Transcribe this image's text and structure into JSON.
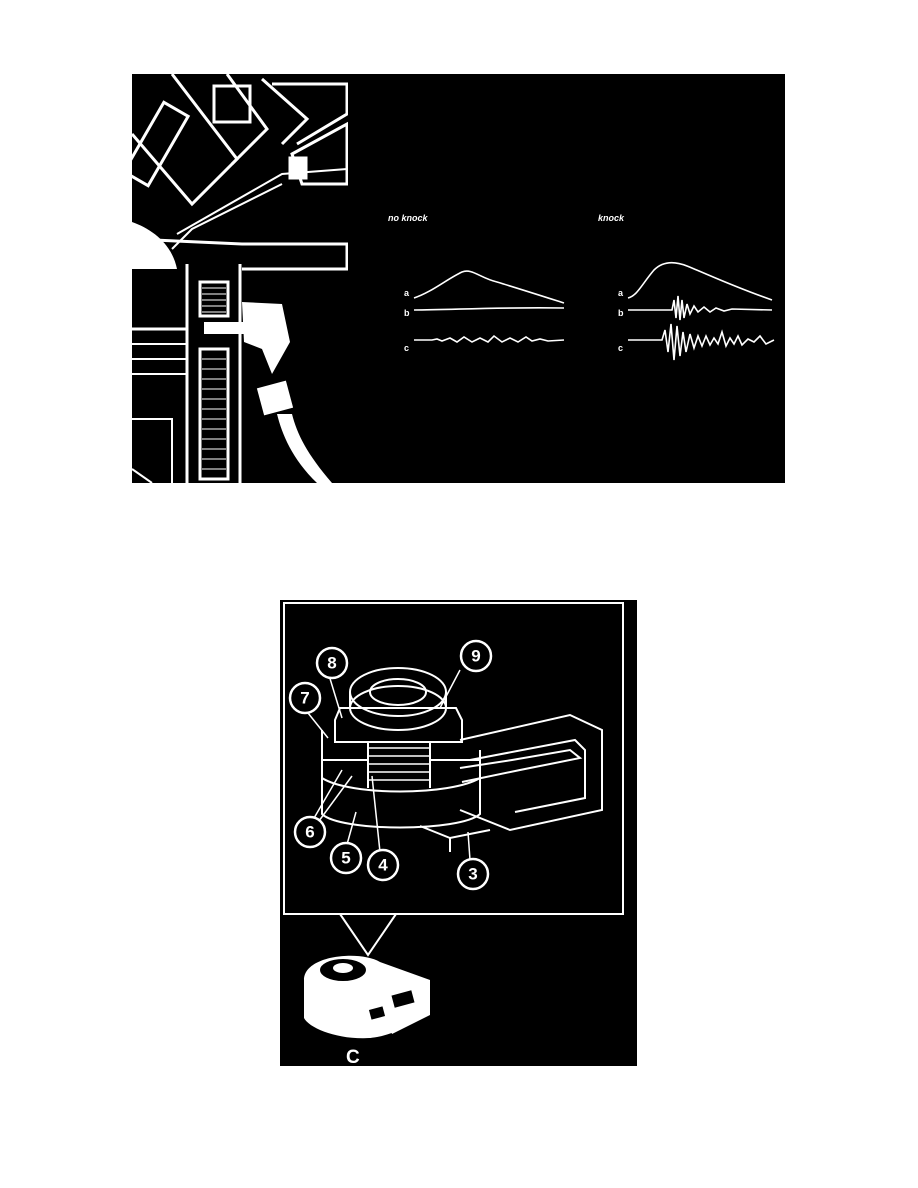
{
  "top_diagram": {
    "captions": {
      "no_knock": "no knock",
      "knock": "knock"
    },
    "trace_labels": {
      "a": "a",
      "b": "b",
      "c": "c"
    }
  },
  "bottom_diagram": {
    "callouts": [
      "3",
      "4",
      "5",
      "6",
      "7",
      "8",
      "9"
    ],
    "figure_label": "C"
  }
}
